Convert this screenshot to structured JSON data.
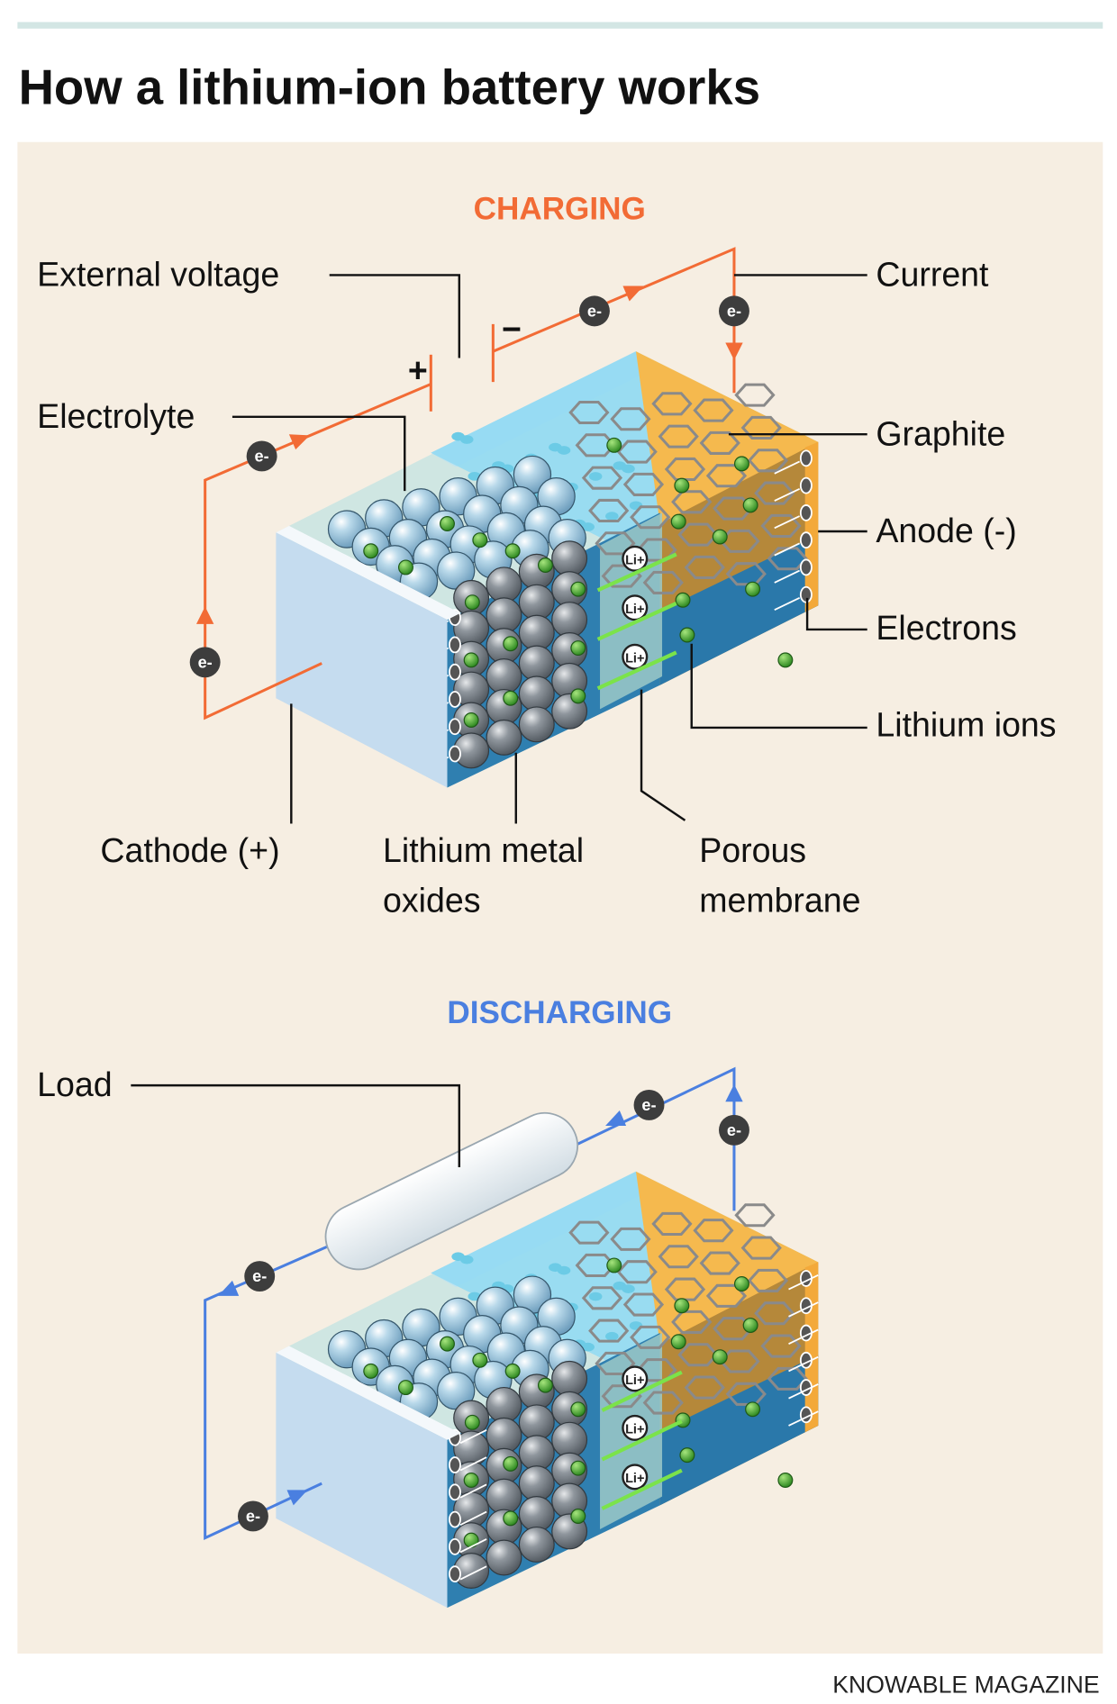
{
  "title": "How a lithium-ion battery works",
  "colors": {
    "charging": "#f26b35",
    "discharging": "#4a7fe0",
    "panel": "#f6eee2",
    "rule": "#d3e6e4",
    "anode": "#f5b94e",
    "lithium_ion": "#5fb83a"
  },
  "charging": {
    "heading": "CHARGING",
    "labels": {
      "external_voltage": "External voltage",
      "electrolyte": "Electrolyte",
      "current": "Current",
      "graphite": "Graphite",
      "anode": "Anode (-)",
      "electrons": "Electrons",
      "lithium_ions": "Lithium ions",
      "cathode": "Cathode (+)",
      "lithium_metal_oxides_1": "Lithium metal",
      "lithium_metal_oxides_2": "oxides",
      "porous_membrane_1": "Porous",
      "porous_membrane_2": "membrane"
    },
    "plus": "+",
    "minus": "−"
  },
  "discharging": {
    "heading": "DISCHARGING",
    "labels": {
      "load": "Load"
    }
  },
  "badges": {
    "electron": "e-",
    "ion": "Li+"
  },
  "footer": "KNOWABLE MAGAZINE"
}
